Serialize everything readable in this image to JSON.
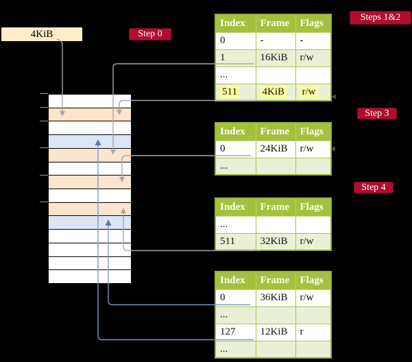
{
  "title": "Recursive page table lookup diagram",
  "page_box": {
    "label": "4KiB"
  },
  "badges": {
    "step0": {
      "label": "Step 0"
    },
    "steps12": {
      "label": "Steps 1&2"
    },
    "step3": {
      "label": "Step 3"
    },
    "step4": {
      "label": "Step 4"
    }
  },
  "memory": {
    "rows": [
      {
        "type": "free"
      },
      {
        "type": "page-table"
      },
      {
        "type": "free"
      },
      {
        "type": "data-page"
      },
      {
        "type": "page-table"
      },
      {
        "type": "free"
      },
      {
        "type": "page-table"
      },
      {
        "type": "free"
      },
      {
        "type": "page-table"
      },
      {
        "type": "data-page"
      },
      {
        "type": "free"
      },
      {
        "type": "free"
      },
      {
        "type": "free"
      },
      {
        "type": "free"
      }
    ]
  },
  "tables": {
    "t1": {
      "headers": [
        "Index",
        "Frame",
        "Flags"
      ],
      "rows": [
        [
          "0",
          "-",
          "-"
        ],
        [
          "1",
          "16KiB",
          "r/w"
        ],
        [
          "...",
          "",
          ""
        ],
        [
          "511",
          "4KiB",
          "r/w"
        ]
      ]
    },
    "t2": {
      "headers": [
        "Index",
        "Frame",
        "Flags"
      ],
      "rows": [
        [
          "0",
          "24KiB",
          "r/w"
        ],
        [
          "...",
          "",
          ""
        ]
      ]
    },
    "t3": {
      "headers": [
        "Index",
        "Frame",
        "Flags"
      ],
      "rows": [
        [
          "...",
          "",
          ""
        ],
        [
          "511",
          "32KiB",
          "r/w"
        ]
      ]
    },
    "t4": {
      "headers": [
        "Index",
        "Frame",
        "Flags"
      ],
      "rows": [
        [
          "0",
          "36KiB",
          "r/w"
        ],
        [
          "...",
          "",
          ""
        ],
        [
          "127",
          "12KiB",
          "r"
        ],
        [
          "...",
          "",
          ""
        ]
      ]
    }
  },
  "colors": {
    "background": "#000000",
    "badge_red": "#b00d31",
    "table_header_green": "#a3c13c",
    "table_row_green": "#eaf0d6",
    "highlight_yellow": "#ffff9c",
    "frame_peach": "#fce5cd",
    "frame_blue": "#dbe5f4",
    "box_cream": "#fbeec9",
    "arrow_gray": "#a8a8a8",
    "arrow_blue": "#7a99c7"
  }
}
